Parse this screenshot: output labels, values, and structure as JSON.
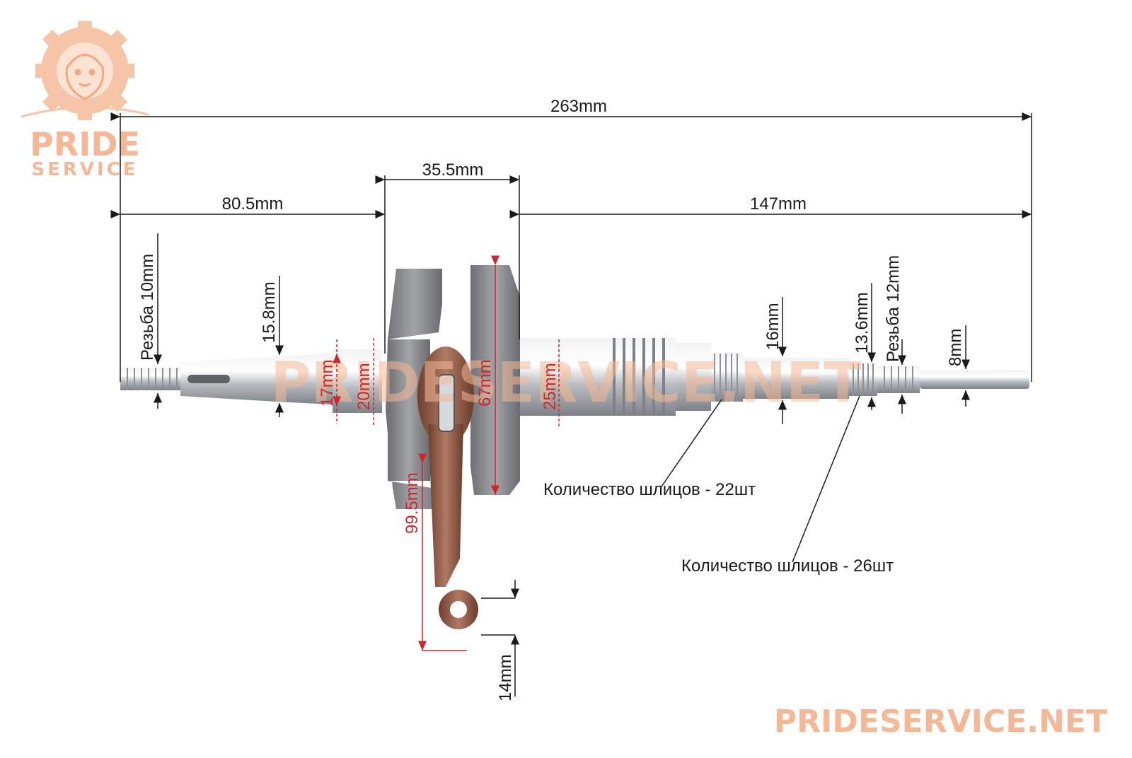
{
  "brand": {
    "logo_line1": "PRIDE",
    "logo_line2": "SERVICE",
    "watermark_center": "PRIDESERVICE.NET",
    "watermark_corner": "PRIDESERVICE.NET",
    "color": "#f4b896"
  },
  "dimensions": {
    "total_length": "263mm",
    "left_length": "80.5mm",
    "web_width": "35.5mm",
    "right_length": "147mm",
    "left_thread": "Резьба 10mm",
    "left_shaft_dia": "15.8mm",
    "left_seat_dia": "17mm",
    "left_bearing_dia": "20mm",
    "flywheel_dia": "67mm",
    "right_bearing_dia": "25mm",
    "rod_length": "99.5mm",
    "spline_dia": "16mm",
    "spline2_dia": "13.6mm",
    "right_thread": "Резьба 12mm",
    "tip_dia": "8mm",
    "small_end_dia": "14mm"
  },
  "notes": {
    "splines_22": "Количество шлицов - 22шт",
    "splines_26": "Количество шлицов - 26шт"
  },
  "colors": {
    "steel": "#c9ccd0",
    "steel_dark": "#8d9197",
    "cast_iron": "#8a8a8a",
    "rod": "#8f5a46",
    "dim_black": "#1a1a1a",
    "dim_red": "#d0262b"
  }
}
